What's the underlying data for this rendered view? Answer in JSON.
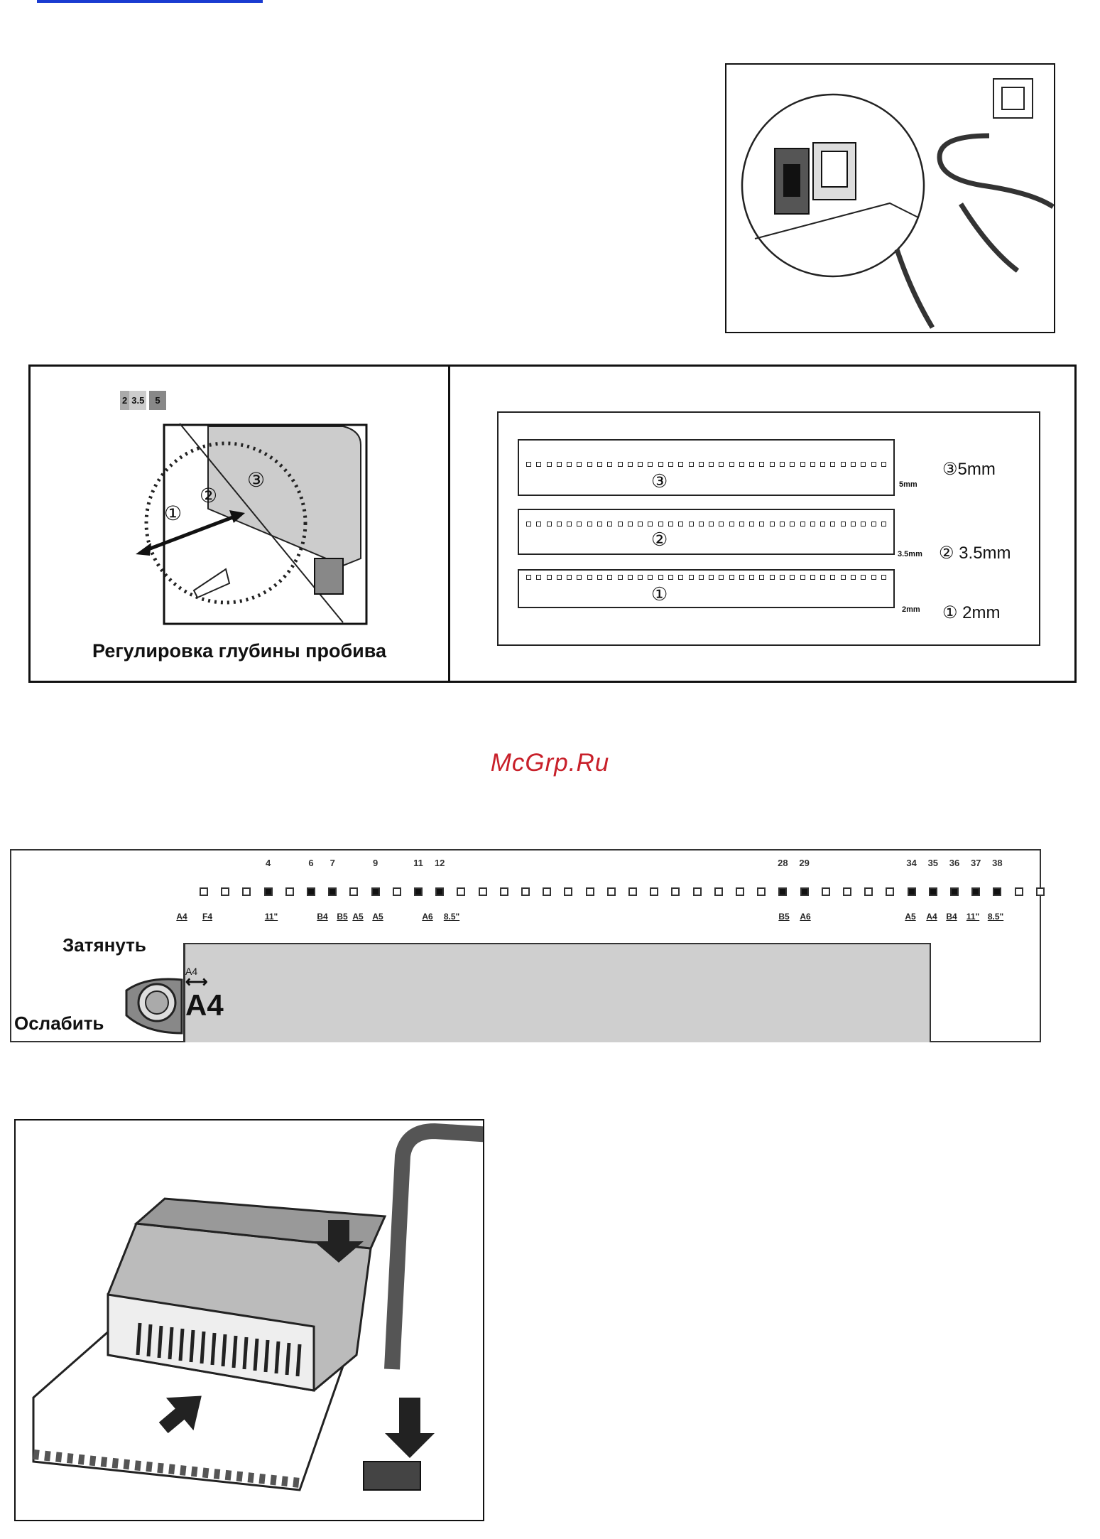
{
  "power_figure": {},
  "depth_panel": {
    "scale_labels": [
      "2",
      "3.5",
      "5"
    ],
    "markers": [
      "①",
      "②",
      "③"
    ],
    "caption": "Регулировка глубины пробива"
  },
  "margins_panel": {
    "rows": [
      {
        "marker": "③",
        "small": "5mm",
        "label": "③5mm"
      },
      {
        "marker": "②",
        "small": "3.5mm",
        "label": "② 3.5mm"
      },
      {
        "marker": "①",
        "small": "2mm",
        "label": "① 2mm"
      }
    ]
  },
  "watermark": "McGrp.Ru",
  "guide": {
    "tighten_label": "Затянуть",
    "loosen_label": "Ослабить",
    "small_size": "A4",
    "big_size": "A4",
    "numbers": [
      "4",
      "6",
      "7",
      "9",
      "11",
      "12",
      "28",
      "29",
      "34",
      "35",
      "36",
      "37",
      "38"
    ],
    "paper_sizes": [
      "A4",
      "F4",
      "11\"",
      "B4",
      "B5",
      "A5",
      "A5",
      "A6",
      "8.5\"",
      "B5",
      "A6",
      "A5",
      "A4",
      "B4",
      "11\"",
      "8.5\""
    ],
    "filled_holes": [
      4,
      6,
      7,
      9,
      11,
      12,
      28,
      29,
      34,
      35,
      36,
      37,
      38
    ]
  },
  "machine_figure": {}
}
